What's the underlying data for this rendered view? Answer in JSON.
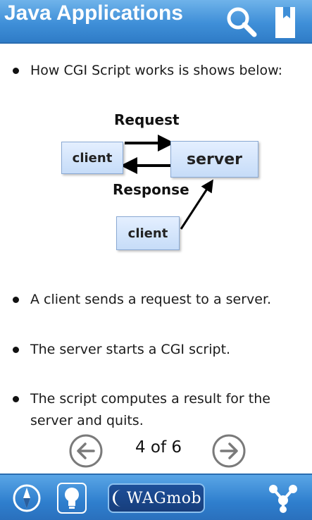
{
  "header": {
    "title": "Java Applications",
    "search_icon": "search-icon",
    "bookmark_icon": "bookmark-icon"
  },
  "content": {
    "intro_bullet": "How CGI Script works is shows below:",
    "diagram": {
      "request_label": "Request",
      "response_label": "Response",
      "client_top": "client",
      "server": "server",
      "client_bottom": "client"
    },
    "bullets": [
      "A client sends a request to a server.",
      "The server starts a CGI script.",
      "The script computes a result for the",
      "server and quits."
    ]
  },
  "pager": {
    "indicator": "4 of 6",
    "prev_icon": "arrow-left-icon",
    "next_icon": "arrow-right-icon"
  },
  "footer": {
    "compass_icon": "compass-icon",
    "lightbulb_icon": "lightbulb-icon",
    "brand_label": "WAGmob",
    "share_icon": "share-icon"
  },
  "colors": {
    "header_blue": "#3f8fd8",
    "footer_blue": "#2f7fce",
    "box_fill": "#c6dcf8"
  }
}
